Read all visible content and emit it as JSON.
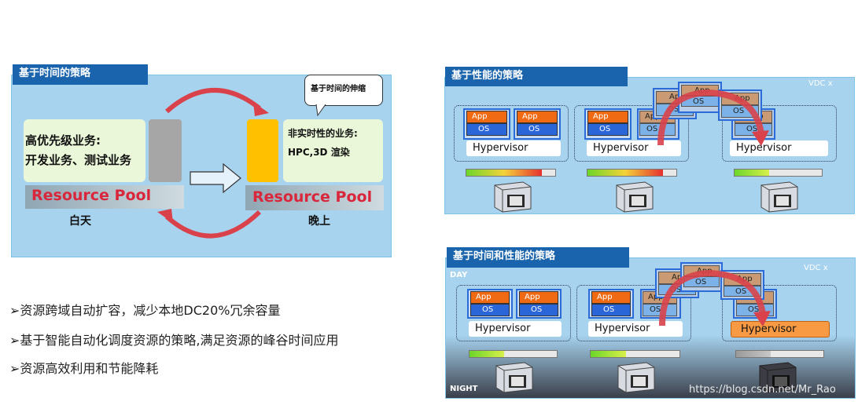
{
  "left_panel": {
    "title": "基于时间的策略",
    "day_box_line1": "高优先级业务:",
    "day_box_line2": "开发业务、测试业务",
    "night_box_line1": "非实时性的业务:",
    "night_box_line2": "HPC,3D 渲染",
    "callout": "基于时间的伸缩",
    "pool_left": "Resource Pool",
    "pool_right": "Resource Pool",
    "label_day": "白天",
    "label_night": "晚上"
  },
  "bullets": [
    "资源跨域自动扩容，减少本地DC20%冗余容量",
    "基于智能自动化调度资源的策略,满足资源的峰谷时间应用",
    "资源高效利用和节能降耗"
  ],
  "top_panel": {
    "title": "基于性能的策略",
    "vdc": "VDC x",
    "app": "App",
    "os": "OS",
    "hypervisor": "Hypervisor",
    "load_levels": [
      0.85,
      0.85,
      0.4
    ]
  },
  "bottom_panel": {
    "title": "基于时间和性能的策略",
    "vdc": "VDC x",
    "day": "DAY",
    "night": "NIGHT",
    "app": "App",
    "os": "OS",
    "hypervisor": "Hypervisor",
    "load_levels": [
      0.4,
      0.4,
      0.4
    ]
  },
  "watermark": "https://blog.csdn.net/Mr_Rao",
  "colors": {
    "header_blue": "#1a64ad",
    "panel_blue": "#a7d3ef",
    "app_orange": "#f06a13",
    "os_blue": "#2a66d8",
    "arrow_red": "#d9424a",
    "pool_text": "#d9263b",
    "day_block": "#a6a6a6",
    "night_block": "#ffc000"
  }
}
